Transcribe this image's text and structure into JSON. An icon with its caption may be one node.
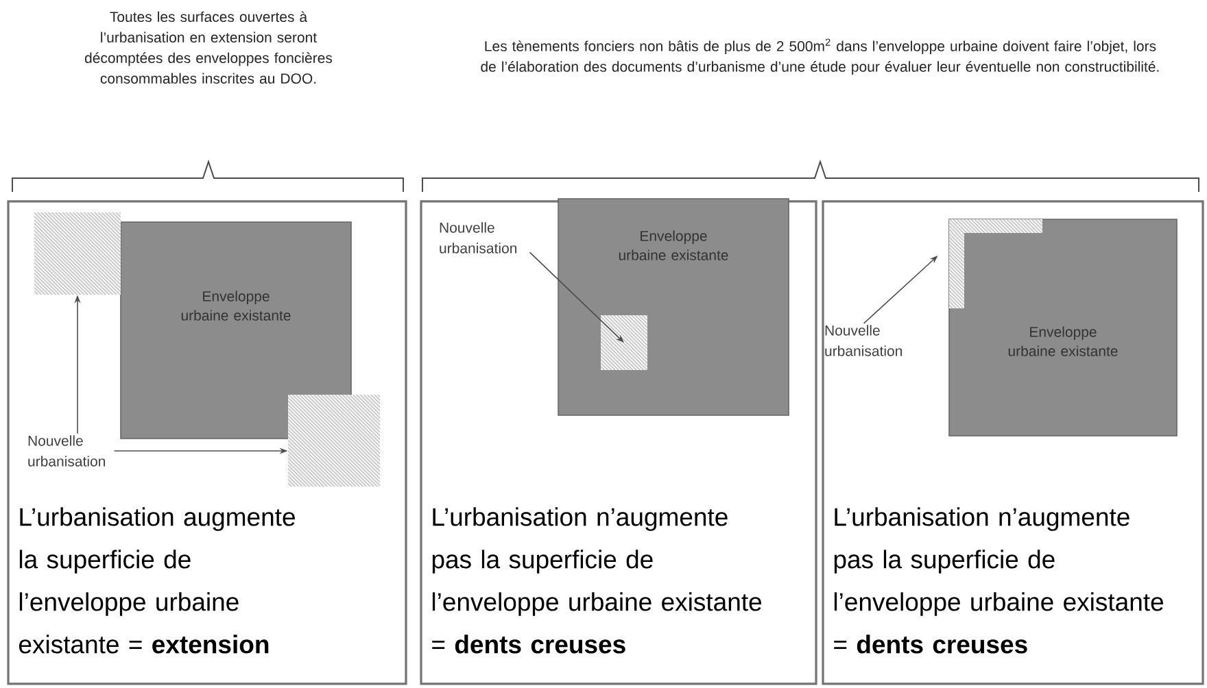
{
  "diagram": {
    "nodes": [
      {
        "text": [
          "L’urbanisation augmente la superficie de l’enveloppe urbaine existante = **extension**"
        ]
      },
      {
        "text": [
          "Enveloppe urbaine existante"
        ],
        "in": 0
      },
      {
        "text": [],
        "shape": "box",
        "in": 0
      },
      {
        "text": [],
        "shape": "box",
        "in": 0
      },
      {
        "text": [
          "Nouvelle urbanisation"
        ],
        "in": 0
      },
      {
        "text": [
          "L’urbanisation n’augmente pas la superficie de l’enveloppe urbaine existante = **dents creuses**"
        ]
      },
      {
        "text": [
          "Enveloppe urbaine existante"
        ],
        "in": 5
      },
      {
        "text": [],
        "shape": "box",
        "in": 6
      },
      {
        "text": [
          "Nouvelle urbanisation"
        ],
        "in": 5
      },
      {
        "text": [
          "L’urbanisation n’augmente pas la superficie de l’enveloppe urbaine existante = **dents creuses**"
        ]
      },
      {
        "text": [
          "Enveloppe urbaine existante"
        ],
        "in": 9
      },
      {
        "text": [],
        "shape": "box",
        "in": 10
      },
      {
        "text": [
          "Nouvelle urbanisation"
        ],
        "in": 9
      }
    ],
    "edges": [
      {
        "from": 4,
        "to": 2,
        "arrow": "to"
      },
      {
        "from": 4,
        "to": 3,
        "arrow": "to"
      },
      {
        "from": 8,
        "to": 7,
        "arrow": "to"
      },
      {
        "from": 12,
        "to": 11,
        "arrow": "to"
      }
    ],
    "labels": [
      "Toutes les surfaces ouvertes à l’urbanisation en extension seront décomptées des enveloppes foncières consommables inscrites au DOO.",
      "Les tènements fonciers non bâtis de plus de 2 500m$^{2}$ dans l’enveloppe urbaine doivent faire l’objet, lors de l’élaboration des documents d’urbanisme d’une étude pour évaluer leur éventuelle non constructibilité."
    ]
  }
}
